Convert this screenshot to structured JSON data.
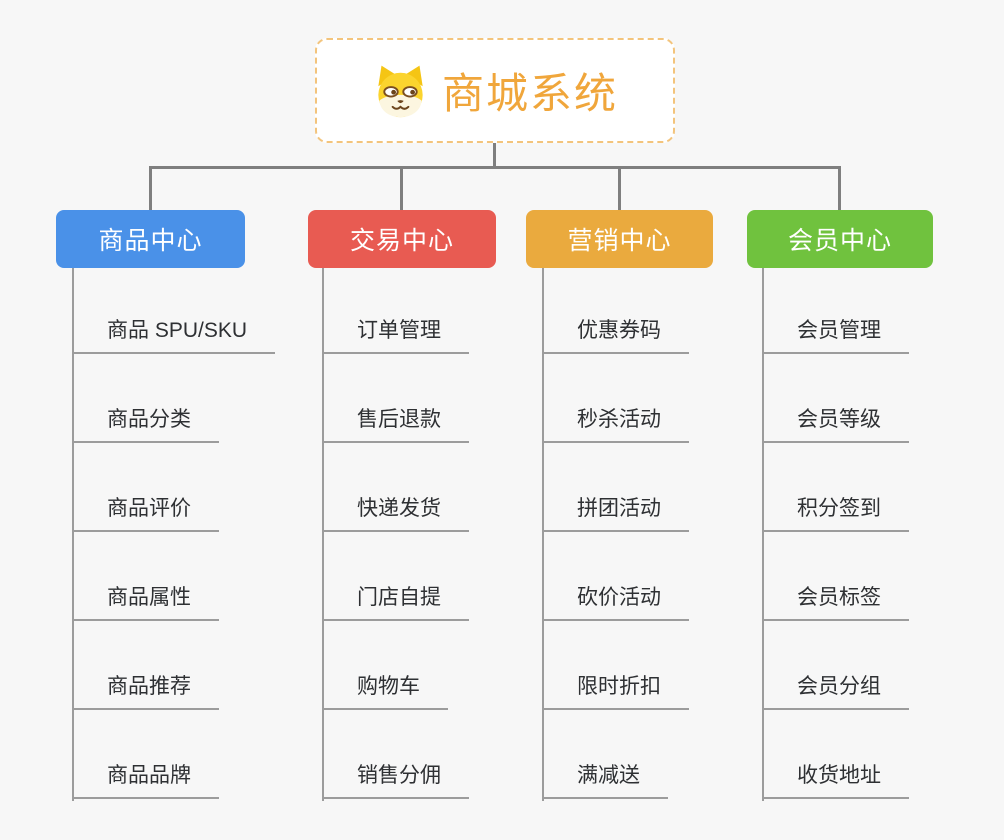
{
  "page": {
    "background": "#F7F7F7",
    "connector_color": "#7F7F7F",
    "leaf_line_color": "#9C9C9C"
  },
  "root": {
    "title": "商城系统",
    "icon": "dog-face-icon",
    "text_color": "#F0A63B",
    "border_color": "#F3C47C"
  },
  "branches": [
    {
      "label": "商品中心",
      "color": "#4A91E8",
      "items": [
        "商品 SPU/SKU",
        "商品分类",
        "商品评价",
        "商品属性",
        "商品推荐",
        "商品品牌"
      ]
    },
    {
      "label": "交易中心",
      "color": "#E85B52",
      "items": [
        "订单管理",
        "售后退款",
        "快递发货",
        "门店自提",
        "购物车",
        "销售分佣"
      ]
    },
    {
      "label": "营销中心",
      "color": "#EAAA3E",
      "items": [
        "优惠券码",
        "秒杀活动",
        "拼团活动",
        "砍价活动",
        "限时折扣",
        "满减送"
      ]
    },
    {
      "label": "会员中心",
      "color": "#70C23E",
      "items": [
        "会员管理",
        "会员等级",
        "积分签到",
        "会员标签",
        "会员分组",
        "收货地址"
      ]
    }
  ]
}
